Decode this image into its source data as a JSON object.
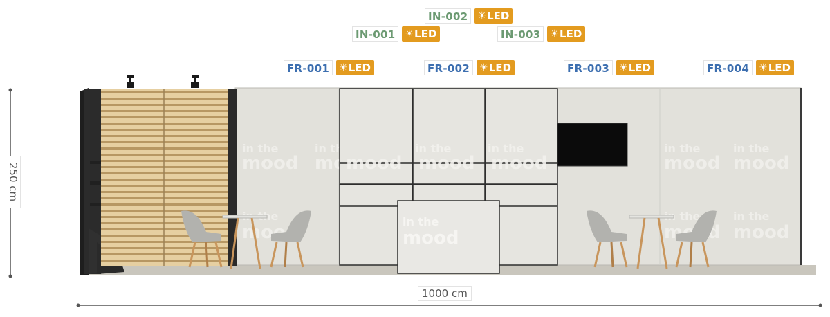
{
  "colors": {
    "fr_code": "#3d6fb0",
    "in_code": "#6c9a72",
    "led_bg": "#e39b1f",
    "wall": "#e2e1db",
    "floor": "#c9c6bd"
  },
  "led_icon": "sun-icon",
  "led_text": "LED",
  "tags": [
    {
      "code": "IN-002",
      "kind": "in"
    },
    {
      "code": "IN-001",
      "kind": "in"
    },
    {
      "code": "IN-003",
      "kind": "in"
    },
    {
      "code": "FR-001",
      "kind": "fr"
    },
    {
      "code": "FR-002",
      "kind": "fr"
    },
    {
      "code": "FR-003",
      "kind": "fr"
    },
    {
      "code": "FR-004",
      "kind": "fr"
    }
  ],
  "dimensions": {
    "height": "250 cm",
    "width": "1000 cm"
  }
}
